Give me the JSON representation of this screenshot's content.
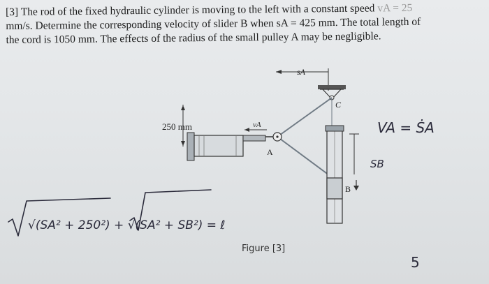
{
  "problem": {
    "number": "[3]",
    "line1": "The rod of the fixed hydraulic cylinder is moving to the left with a constant speed",
    "line1_tail": "vA = 25",
    "line2": "mm/s. Determine the corresponding velocity of slider B when sA = 425 mm. The total length of",
    "line3": "the cord is 1050 mm. The effects of the radius of the small pulley A may be negligible."
  },
  "figure": {
    "label_sA": "sA",
    "label_C": "C",
    "label_vA": "vA",
    "label_A": "A",
    "label_B": "B",
    "dim_250": "250 mm",
    "caption": "Figure [3]"
  },
  "handwriting": {
    "eq_vel": "VA = ṠA",
    "sB": "SB",
    "cord_eq": "√(SA² + 250²) + √(SA² + SB²) = ℓ",
    "score": "5"
  }
}
